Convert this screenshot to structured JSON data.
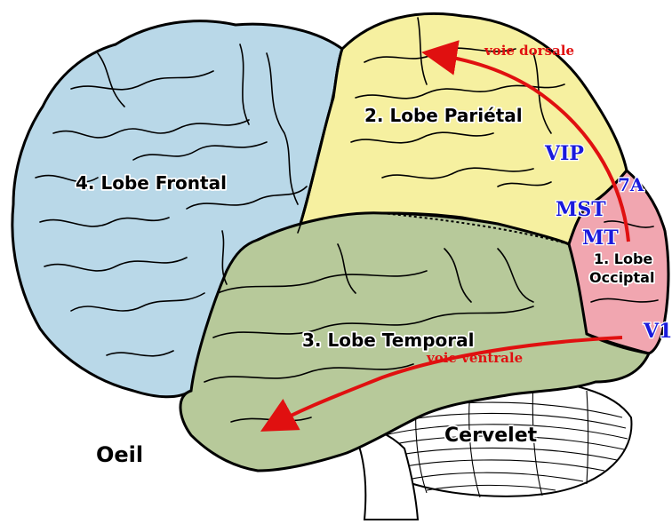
{
  "lobes": {
    "frontal": {
      "label": "4. Lobe Frontal",
      "color": "#b9d8e8"
    },
    "parietal": {
      "label": "2. Lobe Pariétal",
      "color": "#f6f0a0"
    },
    "temporal": {
      "label": "3. Lobe Temporal",
      "color": "#b7c99a"
    },
    "occipital": {
      "label_line1": "1. Lobe",
      "label_line2": "Occiptal",
      "color": "#f1a6b0"
    }
  },
  "structures": {
    "cerebellum": "Cervelet",
    "eye": "Oeil"
  },
  "visual_areas": {
    "vip": "VIP",
    "seven_a": "7A",
    "mst": "MST",
    "mt": "MT",
    "v1": "V1",
    "color": "#1a1adc"
  },
  "pathways": {
    "dorsal": "voie dorsale",
    "ventral": "voie ventrale",
    "color": "#e01010"
  }
}
